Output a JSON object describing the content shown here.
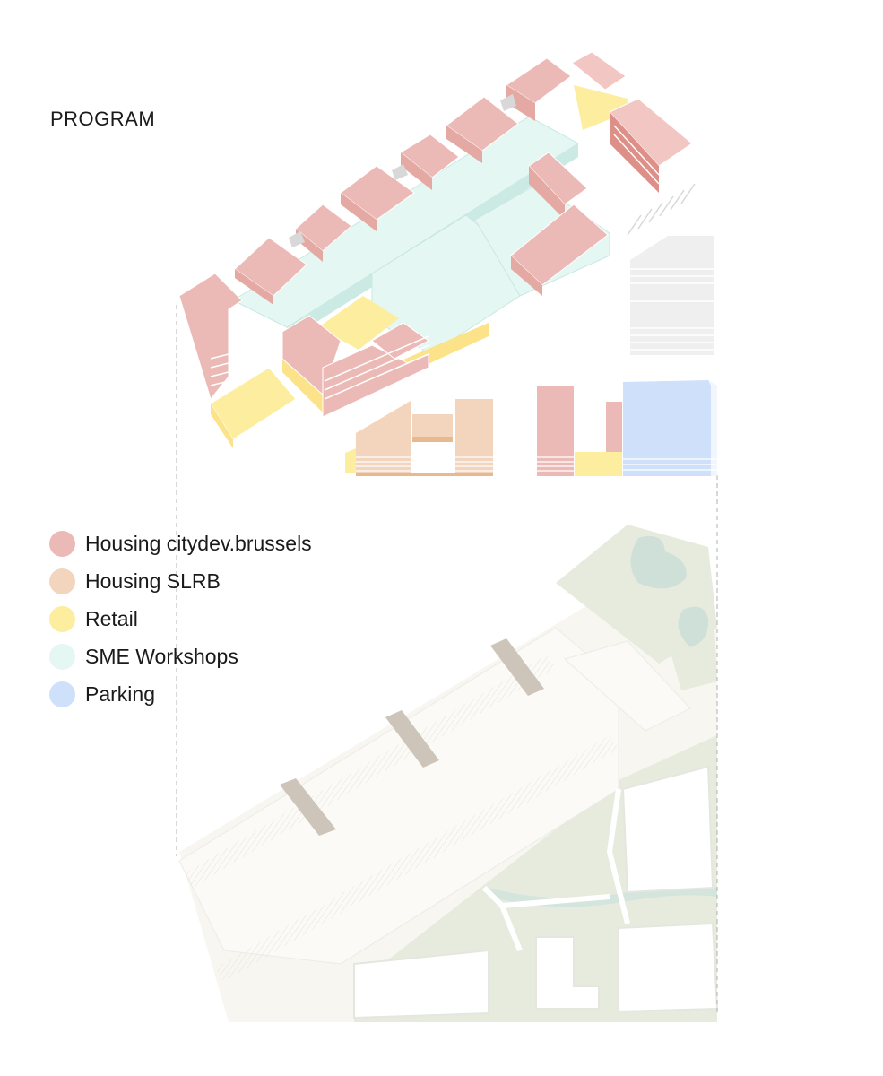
{
  "title": "PROGRAM",
  "colors": {
    "housing_citydev": "#ecbab6",
    "housing_slrb": "#f3d5bd",
    "retail": "#fcee9e",
    "sme_workshops": "#e4f7f3",
    "parking": "#cfe0fb",
    "roof_stripe": "#ffffff",
    "neutral": "#eeeeee",
    "site_ground": "#f6f5f0",
    "site_green": "#e5eadd",
    "site_water": "#cfe0d9",
    "site_path": "#cdc5b9"
  },
  "legend": [
    {
      "key": "housing_citydev",
      "label": "Housing citydev.brussels",
      "color": "#ecbab6"
    },
    {
      "key": "housing_slrb",
      "label": "Housing SLRB",
      "color": "#f3d5bd"
    },
    {
      "key": "retail",
      "label": "Retail",
      "color": "#fcee9e"
    },
    {
      "key": "sme_workshops",
      "label": "SME Workshops",
      "color": "#e4f7f3"
    },
    {
      "key": "parking",
      "label": "Parking",
      "color": "#cfe0fb"
    }
  ]
}
